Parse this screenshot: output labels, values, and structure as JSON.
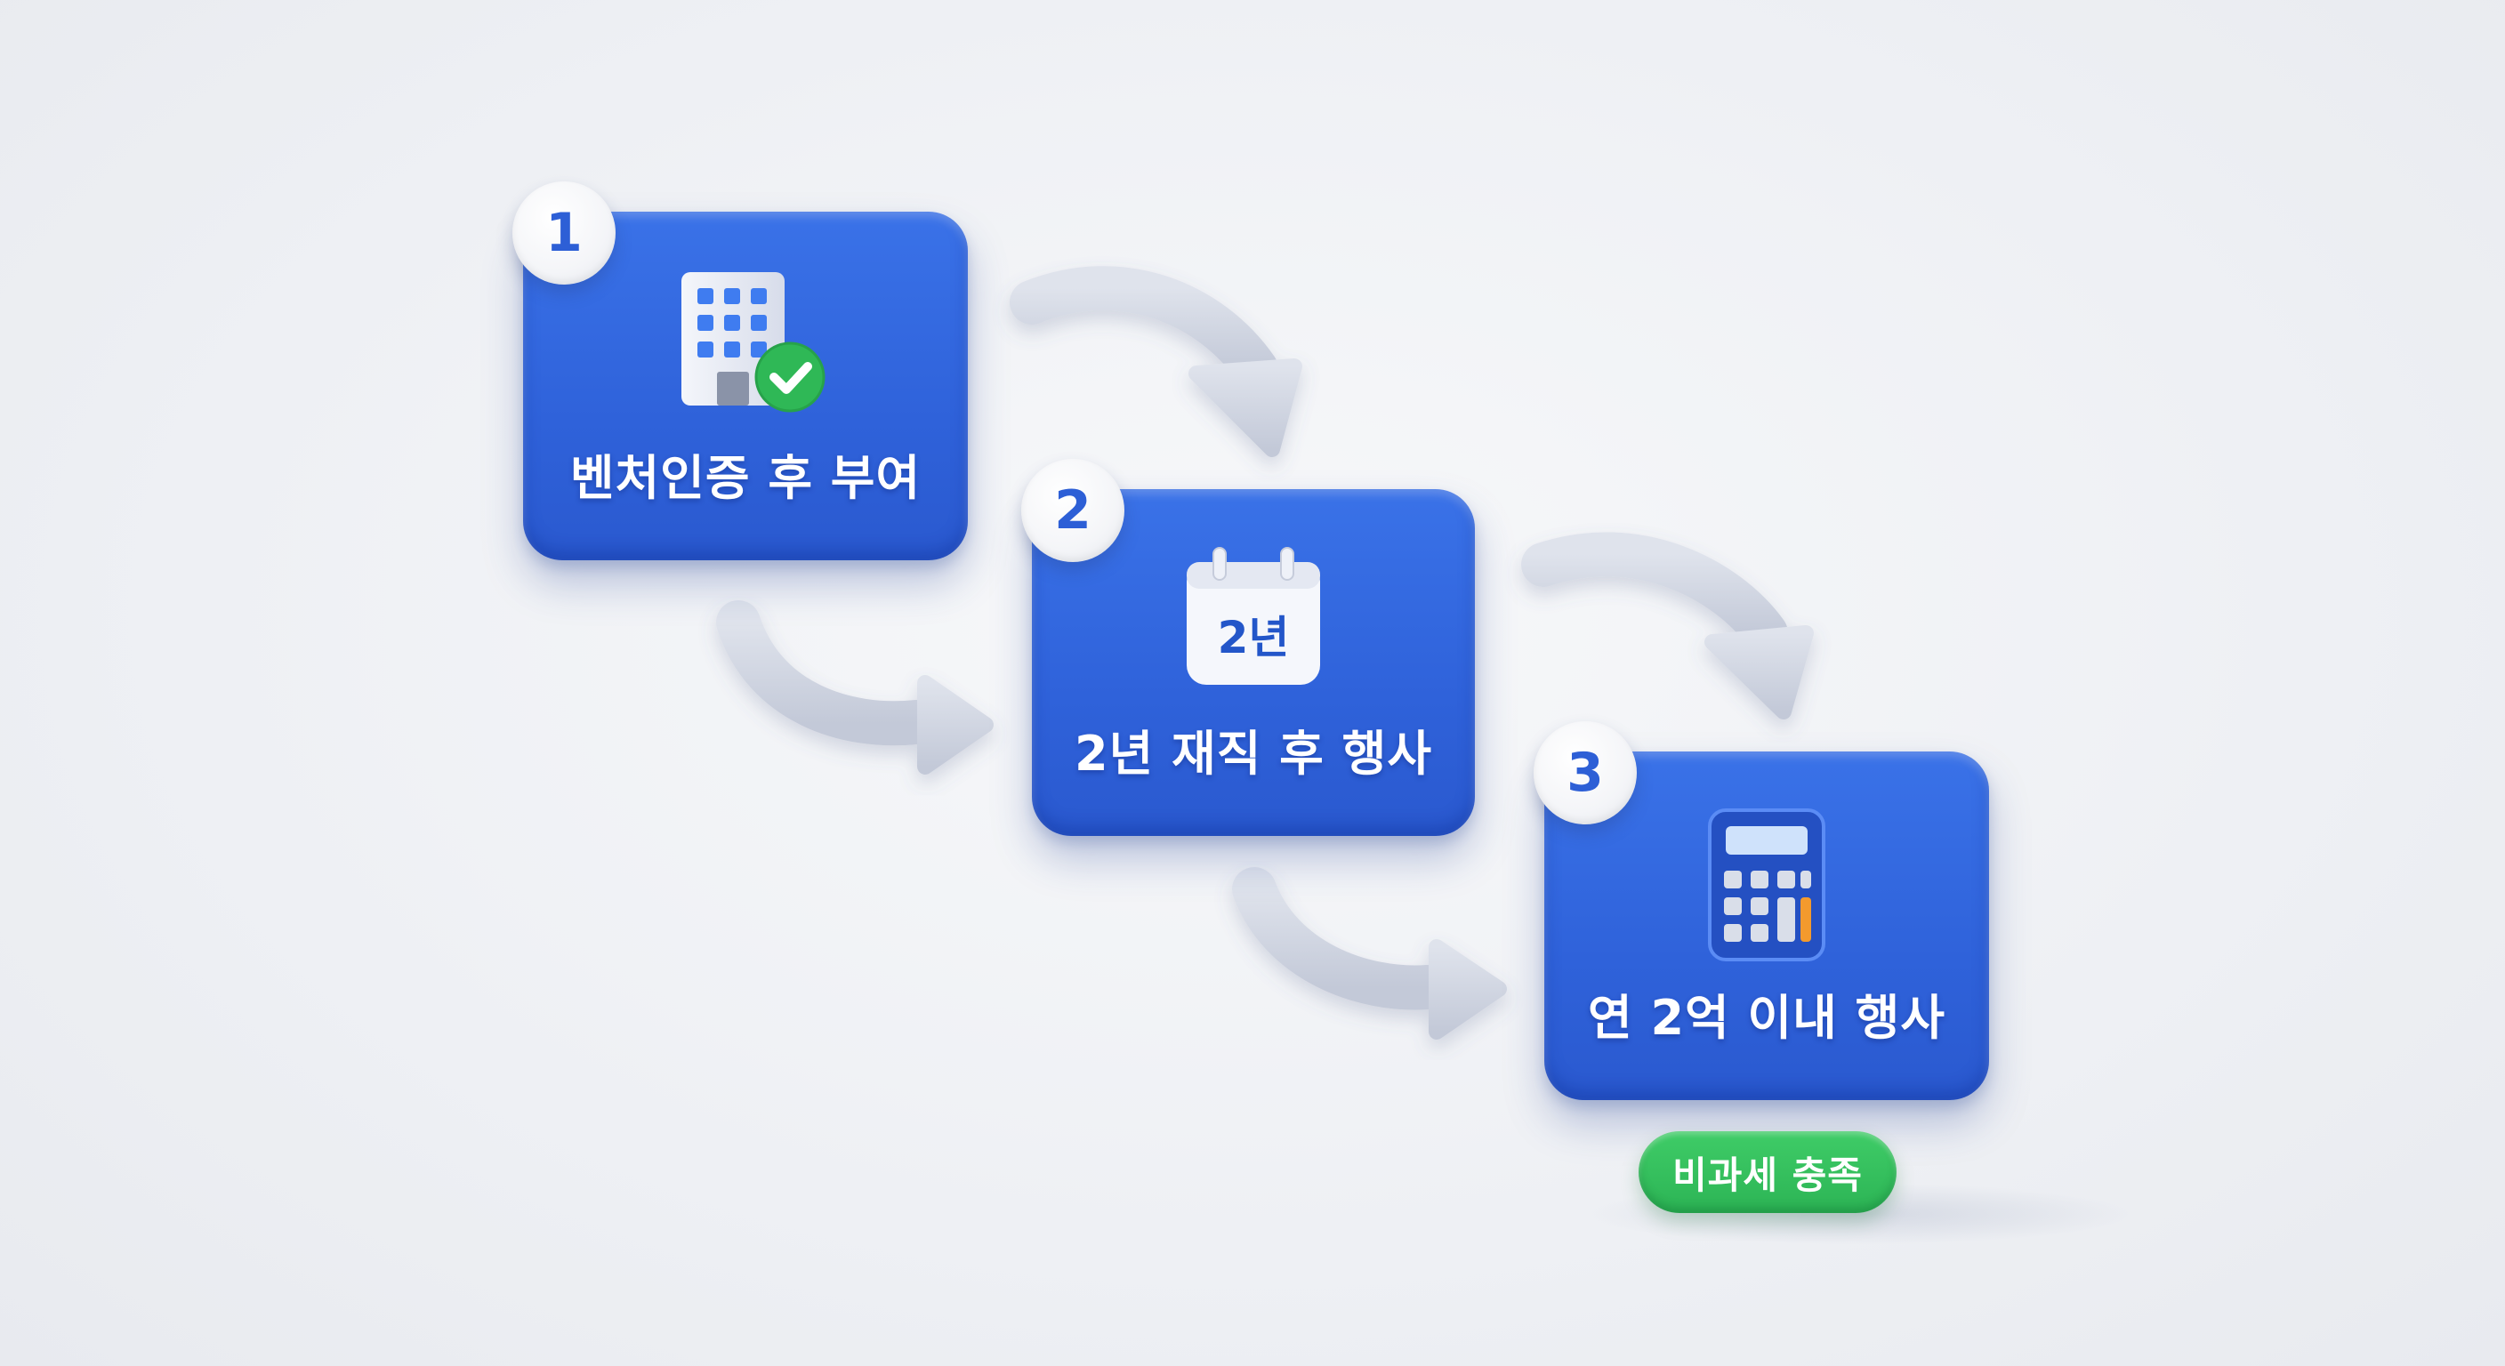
{
  "steps": [
    {
      "number": "1",
      "label": "벤처인증 후 부여",
      "icon": "building-check-icon"
    },
    {
      "number": "2",
      "label": "2년 재직 후 행사",
      "icon": "calendar-icon",
      "icon_text": "2년"
    },
    {
      "number": "3",
      "label": "연 2억 이내 행사",
      "icon": "calculator-icon"
    }
  ],
  "result_badge": {
    "label": "비과세 충족"
  },
  "colors": {
    "card": "#2f62da",
    "badge_text": "#2d5fd6",
    "arrow": "#c9cfdd",
    "success": "#2cb455",
    "accent": "#f39a2d"
  }
}
